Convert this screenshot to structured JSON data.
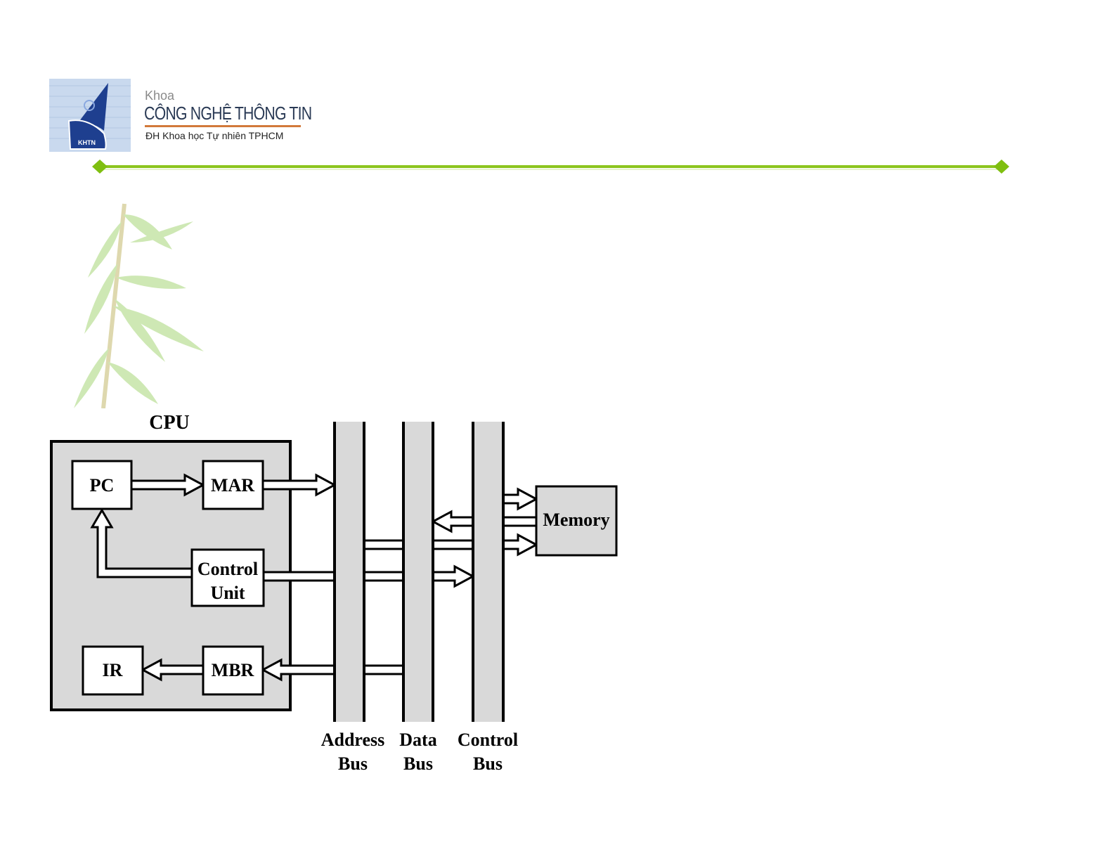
{
  "header": {
    "logo_badge": "KHTN",
    "logo_line1": "Khoa",
    "logo_line2": "CÔNG NGHỆ THÔNG TIN",
    "logo_line3": "ĐH Khoa học Tự nhiên TPHCM"
  },
  "colors": {
    "accent_line": "#8cc51e",
    "component_fill": "#d9d9d9",
    "logo_blue": "#1e3f8f"
  },
  "diagram": {
    "cpu_label": "CPU",
    "pc": "PC",
    "mar": "MAR",
    "control_unit_line1": "Control",
    "control_unit_line2": "Unit",
    "ir": "IR",
    "mbr": "MBR",
    "memory": "Memory",
    "address_bus_line1": "Address",
    "address_bus_line2": "Bus",
    "data_bus_line1": "Data",
    "data_bus_line2": "Bus",
    "control_bus_line1": "Control",
    "control_bus_line2": "Bus"
  }
}
